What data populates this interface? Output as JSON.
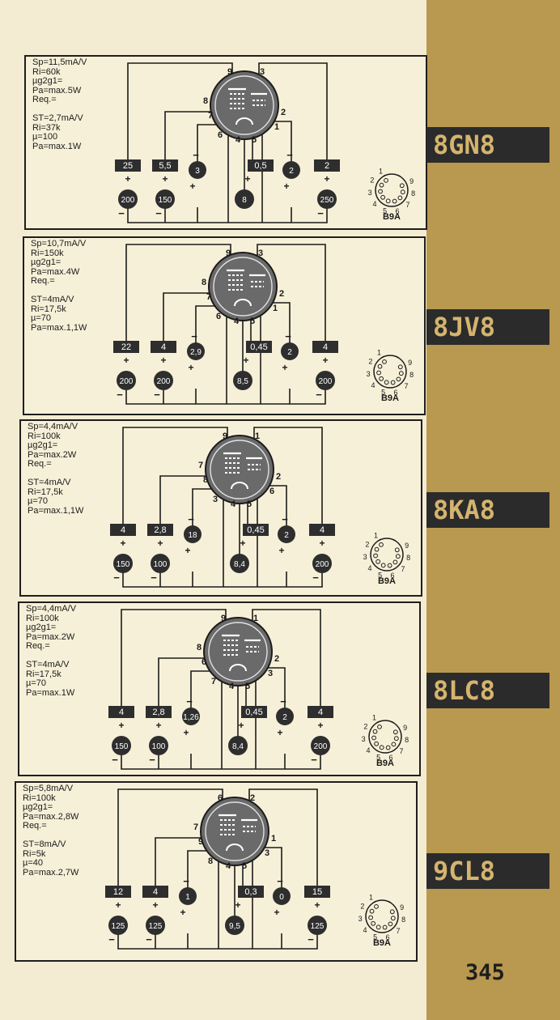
{
  "page_number": "345",
  "blocks": [
    {
      "type_label": "8GN8",
      "specs": [
        "Sp=11,5mA/V",
        "Ri=60k",
        "µg2g1=",
        "Pa=max.5W",
        "Req.=",
        "",
        "ST=2,7mA/V",
        "Ri=37k",
        "µ=100",
        "Pa=max.1W"
      ],
      "rects": [
        "25",
        "5,5",
        "0,5",
        "2"
      ],
      "circles": [
        "3",
        "2"
      ],
      "bottom": [
        "200",
        "150",
        "8",
        "250"
      ],
      "pins": {
        "top_left": "9",
        "top_right": "3",
        "left_mid": "8",
        "left_low": "7",
        "right_mid": "2",
        "right_low": "1",
        "bottom_a": "6",
        "bottom_b": "4",
        "bottom_c": "5"
      },
      "socket": "B9A"
    },
    {
      "type_label": "8JV8",
      "specs": [
        "Sp=10,7mA/V",
        "Ri=150k",
        "µg2g1=",
        "Pa=max.4W",
        "Req.=",
        "",
        "ST=4mA/V",
        "Ri=17,5k",
        "µ=70",
        "Pa=max.1,1W"
      ],
      "rects": [
        "22",
        "4",
        "0,45",
        "4"
      ],
      "circles": [
        "2,9",
        "2"
      ],
      "bottom": [
        "200",
        "200",
        "8,5",
        "200"
      ],
      "pins": {
        "top_left": "9",
        "top_right": "3",
        "left_mid": "8",
        "left_low": "7",
        "right_mid": "2",
        "right_low": "1",
        "bottom_a": "6",
        "bottom_b": "4",
        "bottom_c": "5"
      },
      "socket": "B9A"
    },
    {
      "type_label": "8KA8",
      "specs": [
        "Sp=4,4mA/V",
        "Ri=100k",
        "µg2g1=",
        "Pa=max.2W",
        "Req.=",
        "",
        "ST=4mA/V",
        "Ri=17,5k",
        "µ=70",
        "Pa=max.1,1W"
      ],
      "rects": [
        "4",
        "2,8",
        "0,45",
        "4"
      ],
      "circles": [
        "18",
        "2"
      ],
      "bottom": [
        "150",
        "100",
        "8,4",
        "200"
      ],
      "pins": {
        "top_left": "9",
        "top_right": "1",
        "left_mid": "7",
        "left_low": "8",
        "right_mid": "2",
        "right_low": "6",
        "bottom_a": "3",
        "bottom_b": "4",
        "bottom_c": "5"
      },
      "socket": "B9A"
    },
    {
      "type_label": "8LC8",
      "specs": [
        "Sp=4,4mA/V",
        "Ri=100k",
        "µg2g1=",
        "Pa=max.2W",
        "Req.=",
        "",
        "ST=4mA/V",
        "Ri=17,5k",
        "µ=70",
        "Pa=max.1W"
      ],
      "rects": [
        "4",
        "2,8",
        "0,45",
        "4"
      ],
      "circles": [
        "1,26",
        "2"
      ],
      "bottom": [
        "150",
        "100",
        "8,4",
        "200"
      ],
      "pins": {
        "top_left": "9",
        "top_right": "1",
        "left_mid": "8",
        "left_low": "6",
        "right_mid": "2",
        "right_low": "3",
        "bottom_a": "7",
        "bottom_b": "4",
        "bottom_c": "5"
      },
      "socket": "B9A"
    },
    {
      "type_label": "9CL8",
      "specs": [
        "Sp=5,8mA/V",
        "Ri=100k",
        "µg2g1=",
        "Pa=max.2,8W",
        "Req.=",
        "",
        "ST=8mA/V",
        "Ri=5k",
        "µ=40",
        "Pa=max.2,7W"
      ],
      "rects": [
        "12",
        "4",
        "0,3",
        "15"
      ],
      "circles": [
        "1",
        "0"
      ],
      "bottom": [
        "125",
        "125",
        "9,5",
        "125"
      ],
      "pins": {
        "top_left": "6",
        "top_right": "2",
        "left_mid": "7",
        "left_low": "9",
        "right_mid": "1",
        "right_low": "3",
        "bottom_a": "8",
        "bottom_b": "4",
        "bottom_c": "5"
      },
      "socket": "B9A"
    }
  ],
  "socket_pins": [
    "1",
    "2",
    "3",
    "4",
    "5",
    "6",
    "7",
    "8",
    "9"
  ],
  "signs": {
    "plus": "+",
    "minus": "−"
  }
}
